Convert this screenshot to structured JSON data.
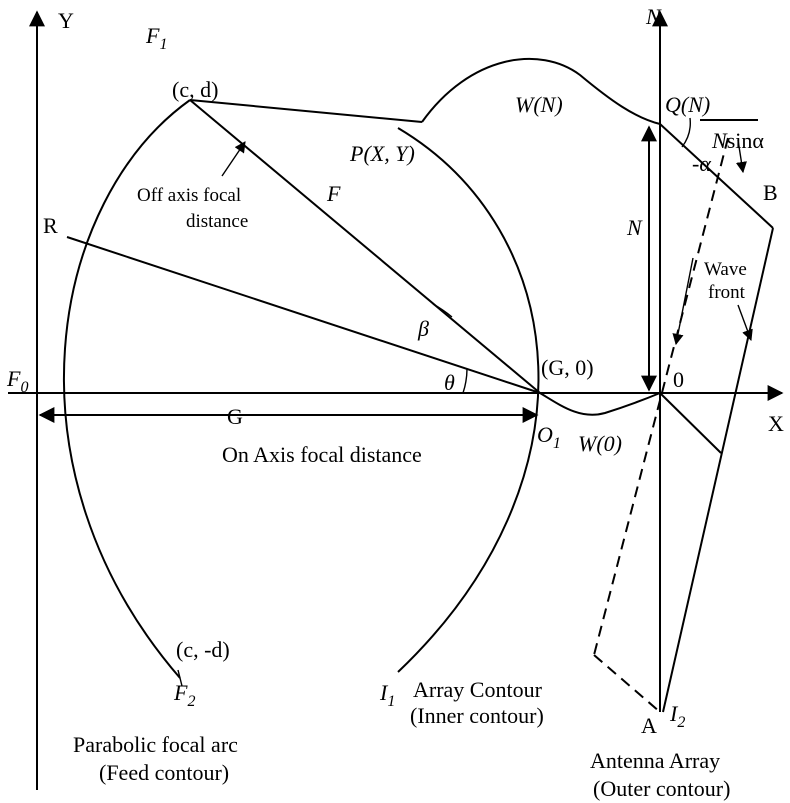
{
  "axes": {
    "y_left": "Y",
    "y_right": "N",
    "x": "X"
  },
  "points": {
    "f1": "F",
    "f1_sub": "1",
    "cd": "(c, d)",
    "pxy": "P(X, Y)",
    "wn": "W(N)",
    "qn": "Q(N)",
    "r": "R",
    "f0": "F",
    "f0_sub": "0",
    "g0": "(G, 0)",
    "o1": "O",
    "o1_sub": "1",
    "w0": "W(0)",
    "origin": "0",
    "b": "B",
    "a": "A",
    "cmd": "(c, -d)",
    "f2": "F",
    "f2_sub": "2",
    "i1": "I",
    "i1_sub": "1",
    "i2": "I",
    "i2_sub": "2"
  },
  "labels": {
    "F": "F",
    "off_axis_1": "Off axis focal",
    "off_axis_2": "distance",
    "G": "G",
    "on_axis": "On Axis focal distance",
    "beta": "β",
    "theta": "θ",
    "N": "N",
    "nsin_n": "N",
    "nsin_rest": "sinα",
    "neg_alpha": "-α",
    "wave_1": "Wave",
    "wave_2": "front"
  },
  "captions": {
    "feed_1": "Parabolic focal arc",
    "feed_2": "(Feed contour)",
    "array_1": "Array Contour",
    "array_2": "(Inner contour)",
    "antenna_1": "Antenna Array",
    "antenna_2": "(Outer contour)"
  }
}
